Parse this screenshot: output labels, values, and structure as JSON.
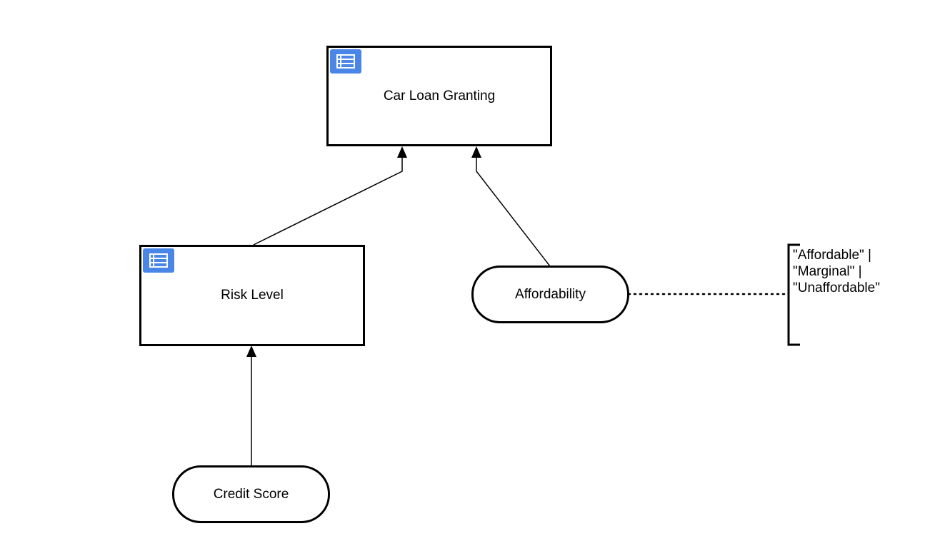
{
  "diagram": {
    "nodes": {
      "car_loan_granting": {
        "label": "Car Loan Granting",
        "icon": "decision-table-icon"
      },
      "risk_level": {
        "label": "Risk Level",
        "icon": "decision-table-icon"
      },
      "affordability": {
        "label": "Affordability"
      },
      "credit_score": {
        "label": "Credit Score"
      }
    },
    "annotation": {
      "text": "\"Affordable\" |\n\"Marginal\" |\n\"Unaffordable\""
    },
    "colors": {
      "icon": "#4a86e8",
      "stroke": "#000000"
    }
  }
}
